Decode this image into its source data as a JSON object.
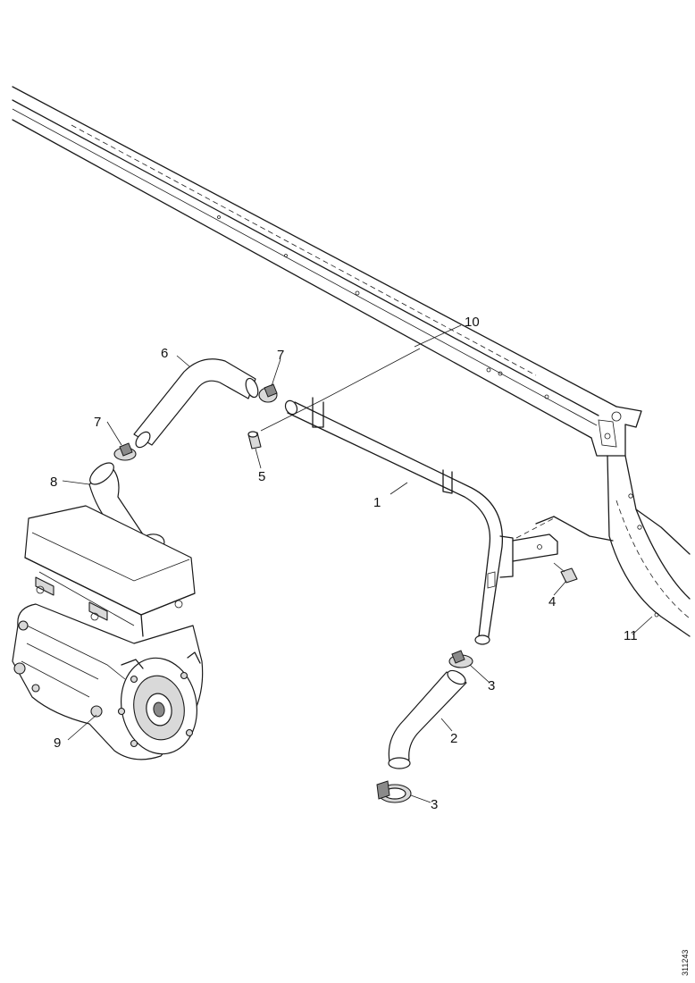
{
  "diagram": {
    "type": "exploded-parts-drawing",
    "callouts": [
      {
        "id": "c1",
        "label": "1"
      },
      {
        "id": "c2",
        "label": "2"
      },
      {
        "id": "c3a",
        "label": "3"
      },
      {
        "id": "c3b",
        "label": "3"
      },
      {
        "id": "c4",
        "label": "4"
      },
      {
        "id": "c5",
        "label": "5"
      },
      {
        "id": "c6",
        "label": "6"
      },
      {
        "id": "c7a",
        "label": "7"
      },
      {
        "id": "c7b",
        "label": "7"
      },
      {
        "id": "c8",
        "label": "8"
      },
      {
        "id": "c9",
        "label": "9"
      },
      {
        "id": "c10",
        "label": "10"
      },
      {
        "id": "c11",
        "label": "11"
      }
    ],
    "drawing_ref": "311243"
  }
}
